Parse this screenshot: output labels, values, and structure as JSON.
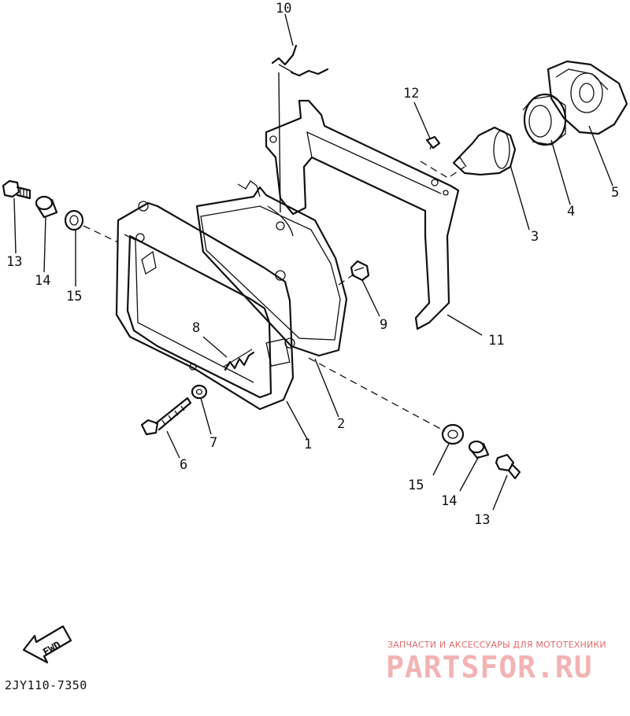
{
  "diagram_code": "2JY110-7350",
  "fwd_label": "FWD",
  "watermark": {
    "caption": "ЗАПЧАСТИ И АКСЕССУАРЫ ДЛЯ МОТОТЕХНИКИ",
    "logo": "PARTSFOR.RU"
  },
  "callouts": {
    "c1": "1",
    "c2": "2",
    "c3": "3",
    "c4": "4",
    "c5": "5",
    "c6": "6",
    "c7": "7",
    "c8": "8",
    "c9": "9",
    "c10": "10",
    "c11": "11",
    "c12": "12",
    "c13a": "13",
    "c14a": "14",
    "c15a": "15",
    "c13b": "13",
    "c14b": "14",
    "c15b": "15"
  }
}
